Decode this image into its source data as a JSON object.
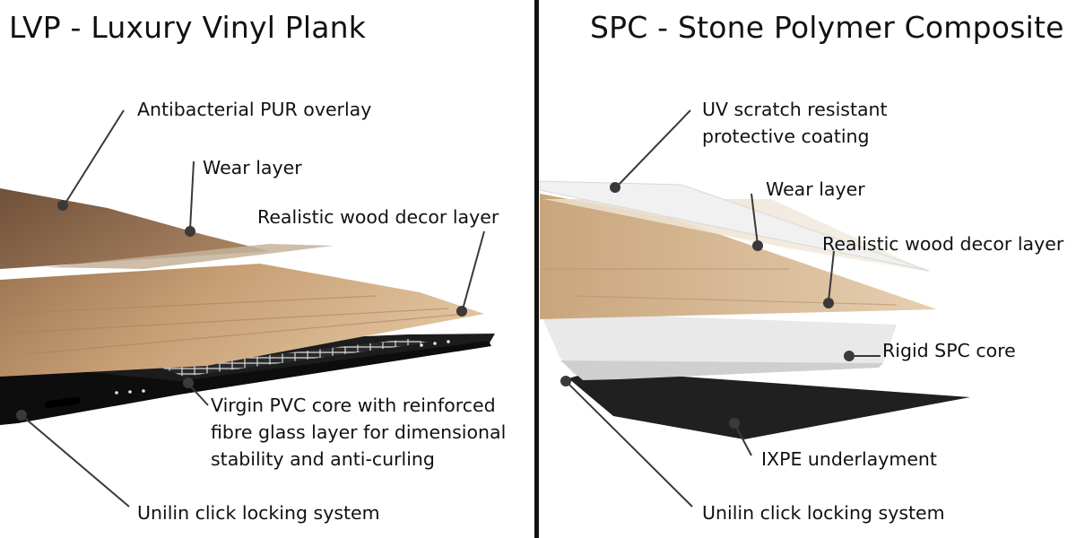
{
  "left_panel": {
    "title": "LVP - Luxury Vinyl Plank",
    "labels": {
      "pur_overlay": "Antibacterial PUR overlay",
      "wear_layer": "Wear layer",
      "decor_layer": "Realistic wood decor layer",
      "core": [
        "Virgin PVC core with reinforced",
        "fibre glass layer for dimensional",
        "stability and anti-curling"
      ],
      "click_lock": "Unilin click locking system"
    }
  },
  "right_panel": {
    "title": "SPC - Stone Polymer Composite",
    "labels": {
      "uv_coating": [
        "UV scratch resistant",
        "protective coating"
      ],
      "wear_layer": "Wear layer",
      "decor_layer": "Realistic wood decor layer",
      "core": "Rigid SPC core",
      "underlayment": "IXPE underlayment",
      "click_lock": "Unilin click locking system"
    }
  },
  "colors": {
    "divider": "#111111",
    "leader_line": "#3a3a3a",
    "wood_light": "#d2b08a",
    "wood_dark": "#8a6647",
    "pvc_core": "#1c1c1c",
    "spc_core": "#e9e9e9",
    "underlayment": "#202020"
  }
}
